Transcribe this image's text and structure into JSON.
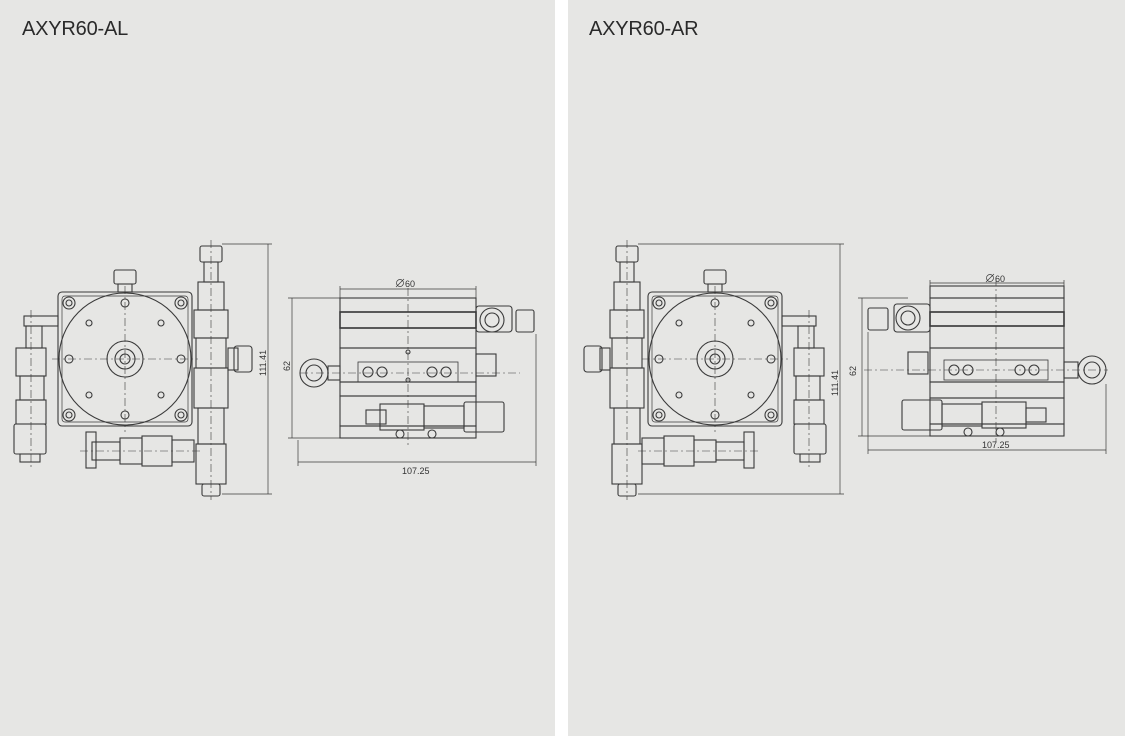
{
  "panels": [
    {
      "title": "AXYR60-AL",
      "dimensions": {
        "height": "111.41",
        "side_height": "62",
        "diameter": "60",
        "width": "107.25"
      }
    },
    {
      "title": "AXYR60-AR",
      "dimensions": {
        "height": "111.41",
        "side_height": "62",
        "diameter": "60",
        "width": "107.25"
      }
    }
  ],
  "colors": {
    "panel_background": "#e6e6e4",
    "line": "#3a3a3a"
  }
}
